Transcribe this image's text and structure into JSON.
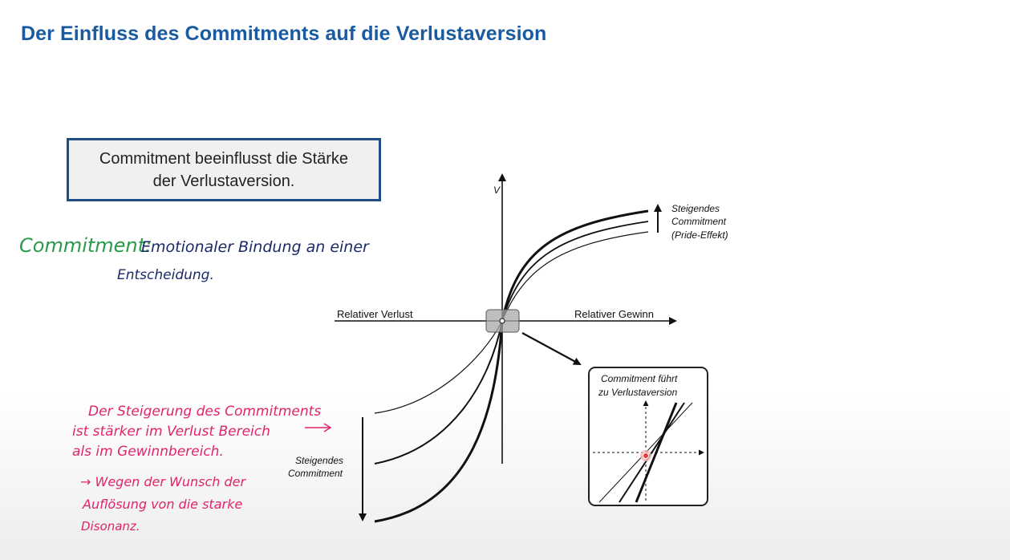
{
  "slide": {
    "title": "Der Einfluss des Commitments auf die Verlustaversion"
  },
  "statement_box": {
    "text": "Commitment beeinflusst die Stärke der Verlustaversion."
  },
  "definition_note": {
    "term": "Commitment:",
    "line1": "Emotionaler Bindung an einer",
    "line2": "Entscheidung."
  },
  "loss_note": {
    "line1": "Der Steigerung des Commitments",
    "line2": "ist stärker im Verlust Bereich",
    "line3": "als im Gewinnbereich.",
    "line4": "→ Wegen der Wunsch der",
    "line5": "Auflösung von die starke",
    "line6": "Disonanz."
  },
  "value_function": {
    "y_axis_label": "V",
    "x_negative_label": "Relativer  Verlust",
    "x_positive_label": "Relativer  Gewinn",
    "gain_annotation": [
      "Steigendes",
      "Commitment",
      "(Pride-Effekt)"
    ],
    "loss_annotation": [
      "Steigendes",
      "Commitment"
    ]
  },
  "inset": {
    "title_line1": "Commitment  führt",
    "title_line2": "zu  Verlustaversion"
  },
  "colors": {
    "title_blue": "#1a5aa0",
    "box_border": "#1f4e87",
    "green_ink": "#2a9a4a",
    "navy_ink": "#1b2a66",
    "magenta_ink": "#e0246b",
    "highlight_red": "#e33b3b"
  }
}
